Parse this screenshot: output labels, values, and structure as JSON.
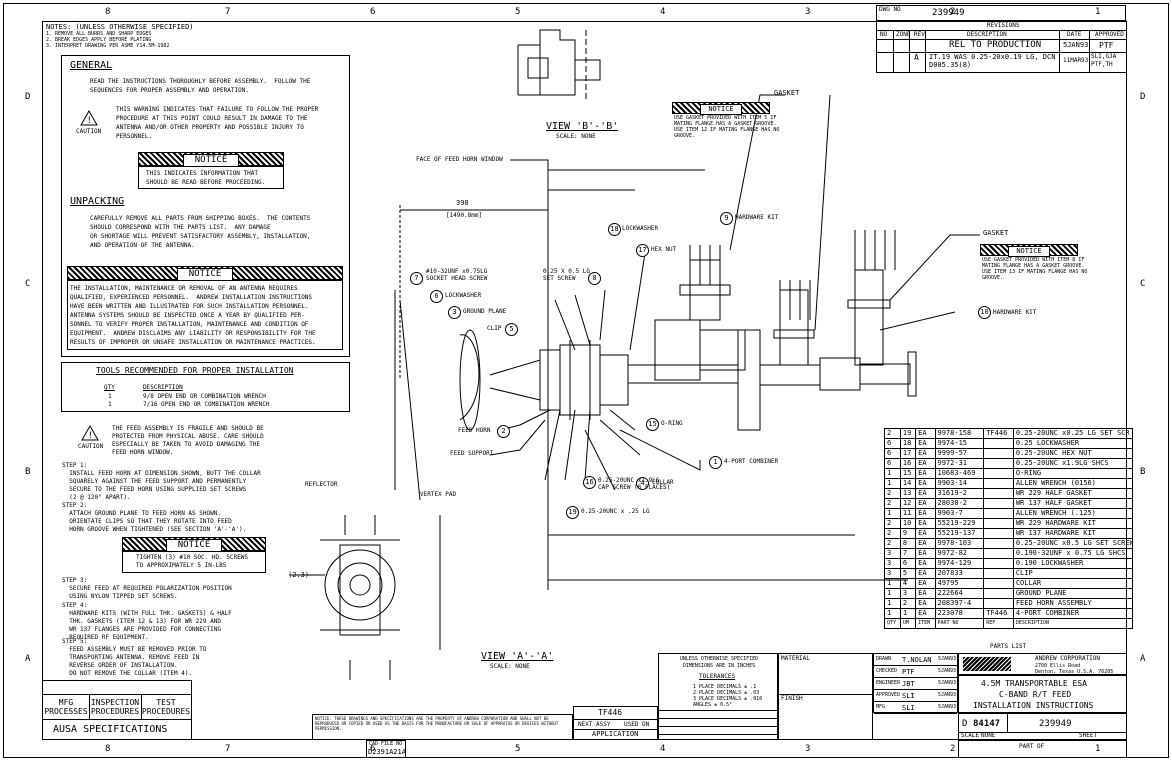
{
  "drawing_number": "239949",
  "border": {
    "col_labels": [
      "8",
      "7",
      "6",
      "5",
      "4",
      "3",
      "2",
      "1"
    ],
    "row_labels": [
      "D",
      "C",
      "B",
      "A"
    ]
  },
  "revisions": {
    "heading": "REVISIONS",
    "columns": [
      "NO",
      "ZONE",
      "REV",
      "DESCRIPTION",
      "DATE",
      "APPROVED"
    ],
    "rows": [
      {
        "rev": "",
        "desc": "REL TO PRODUCTION",
        "date": "5JAN93",
        "appr": "PTF"
      },
      {
        "rev": "A",
        "desc": "IT.19 WAS 0.25-20x0.19 LG, DCN D005.35(8)",
        "date": "11MAR93",
        "appr": "SLI,GJA PTF,TH"
      }
    ]
  },
  "notes": {
    "title": "NOTES: (UNLESS OTHERWISE SPECIFIED)",
    "lines": [
      "1. REMOVE ALL BURRS AND SHARP EDGES",
      "2. BREAK EDGES APPLY BEFORE PLATING",
      "3. INTERPRET DRAWING PER ASME Y14.5M-1982"
    ],
    "general_heading": "GENERAL",
    "general_text": "READ THE INSTRUCTIONS THOROUGHLY BEFORE ASSEMBLY.  FOLLOW THE\nSEQUENCES FOR PROPER ASSEMBLY AND OPERATION.",
    "caution_label": "CAUTION",
    "caution_text": "THIS WARNING INDICATES THAT FAILURE TO FOLLOW THE PROPER\nPROCEDURE AT THIS POINT COULD RESULT IN DAMAGE TO THE\nANTENNA AND/OR OTHER PROPERTY AND POSSIBLE INJURY TO\nPERSONNEL.",
    "notice_label": "NOTICE",
    "notice_text": "THIS INDICATES INFORMATION THAT\nSHOULD BE READ BEFORE PROCEEDING.",
    "unpacking_heading": "UNPACKING",
    "unpacking_text": "CAREFULLY REMOVE ALL PARTS FROM SHIPPING BOXES.  THE CONTENTS\nSHOULD CORRESPOND WITH THE PARTS LIST.  ANY DAMAGE\nOR SHORTAGE WILL PREVENT SATISFACTORY ASSEMBLY, INSTALLATION,\nAND OPERATION OF THE ANTENNA.",
    "install_notice_text": "THE INSTALLATION, MAINTENANCE OR REMOVAL OF AN ANTENNA REQUIRES\nQUALIFIED, EXPERIENCED PERSONNEL.  ANDREW INSTALLATION INSTRUCTIONS\nHAVE BEEN WRITTEN AND ILLUSTRATED FOR SUCH INSTALLATION PERSONNEL.\nANTENNA SYSTEMS SHOULD BE INSPECTED ONCE A YEAR BY QUALIFIED PER-\nSONNEL TO VERIFY PROPER INSTALLATION, MAINTENANCE AND CONDITION OF\nEQUIPMENT.  ANDREW DISCLAIMS ANY LIABILITY OR RESPONSIBILITY FOR THE\nRESULTS OF IMPROPER OR UNSAFE INSTALLATION OR MAINTENANCE PRACTICES."
  },
  "tools": {
    "heading": "TOOLS RECOMMENDED FOR PROPER INSTALLATION",
    "qty_label": "QTY",
    "desc_label": "DESCRIPTION",
    "items": [
      {
        "qty": "1",
        "desc": "9/8 OPEN END OR COMBINATION WRENCH"
      },
      {
        "qty": "1",
        "desc": "7/16 OPEN END OR COMBINATION WRENCH"
      }
    ]
  },
  "steps": {
    "fragile_text": "THE FEED ASSEMBLY IS FRAGILE AND SHOULD BE\nPROTECTED FROM PHYSICAL ABUSE. CARE SHOULD\nESPECIALLY BE TAKEN TO AVOID DAMAGING THE\nFEED HORN WINDOW.",
    "step1": "STEP 1:\n  INSTALL FEED HORN AT DIMENSION SHOWN, BUTT THE COLLAR\n  SQUARELY AGAINST THE FEED SUPPORT AND PERMANENTLY\n  SECURE TO THE FEED HORN USING SUPPLIED SET SCREWS\n  (2 @ 120° APART).",
    "step2": "STEP 2:\n  ATTACH GROUND PLANE TO FEED HORN AS SHOWN.\n  ORIENTATE CLIPS SO THAT THEY ROTATE INTO FEED\n  HORN GROOVE WHEN TIGHTENED (SEE SECTION 'A'-'A').",
    "torque_text": "TIGHTEN (3) #10 SOC. HD. SCREWS\nTO APPROXIMATELY 5 IN-LBS",
    "step3": "STEP 3:\n  SECURE FEED AT REQUIRED POLARIZATION POSITION\n  USING NYLON TIPPED SET SCREWS.",
    "step4": "STEP 4:\n  HARDWARE KITS (WITH FULL THK. GASKETS) & HALF\n  THK. GASKETS (ITEM 12 & 13) FOR WR 229 AND\n  WR 137 FLANGES ARE PROVIDED FOR CONNECTING\n  REQUIRED RF EQUIPMENT.",
    "step5": "STEP 5:\n  FEED ASSEMBLY MUST BE REMOVED PRIOR TO\n  TRANSPORTING ANTENNA. REMOVE FEED IN\n  REVERSE ORDER OF INSTALLATION.\n  DO NOT REMOVE THE COLLAR (ITEM 4)."
  },
  "views": {
    "view_b": "VIEW 'B'-'B'",
    "view_b_scale": "SCALE: NONE",
    "view_a": "VIEW 'A'-'A'",
    "view_a_scale": "SCALE: NONE"
  },
  "callouts": {
    "face_window": "FACE OF FEED HORN WINDOW",
    "dim_390": "390",
    "dim_390_sub": "[1490.8mm]",
    "gasket_top": "GASKET",
    "gasket_right": "GASKET",
    "notice_gasket_top": "USE GASKET PROVIDED WITH ITEM 5 IF\nMATING FLANGE HAS A GASKET GROOVE.\nUSE ITEM 12 IF MATING FLANGE HAS NO\nGROOVE.",
    "notice_gasket_right": "USE GASKET PROVIDED WITH ITEM 8 IF\nMATING FLANGE HAS A GASKET GROOVE.\nUSE ITEM 13 IF MATING FLANGE HAS NO\nGROOVE.",
    "hardware_kit": "HARDWARE KIT",
    "lockwasher": "LOCKWASHER",
    "hex_nut": "HEX NUT",
    "set_screw": "0.25 X 0.5 LG\nSET SCREW",
    "socket_screw": "#10-32UNF x0.75LG\nSOCKET HEAD SCREW",
    "lockwasher_l": "LOCKWASHER",
    "ground_plane": "GROUND PLANE",
    "clip": "CLIP",
    "collar": "COLLAR",
    "o_ring": "O-RING",
    "feed_horn": "FEED HORN",
    "feed_support": "FEED SUPPORT",
    "combiner": "4-PORT COMBINER",
    "cap_screw": "0.25-20UNC x1.9LG\nCAP SCREW (6 PLACES)",
    "screw_025": "0.25-20UNC x .25 LG",
    "reflector": "REFLECTOR",
    "vertex_pad": "VERTEX PAD",
    "dim_23": "(2.3)"
  },
  "parts_list": {
    "caption": "PARTS LIST",
    "footer": [
      "QTY",
      "UM",
      "ITEM",
      "PART NO",
      "REF",
      "DESCRIPTION"
    ],
    "rows": [
      {
        "qty": "2",
        "item": "19",
        "um": "EA",
        "pn": "9978-158",
        "ref": "TF446",
        "desc": "0.25-20UNC x0.25 LG SET SCR"
      },
      {
        "qty": "6",
        "item": "18",
        "um": "EA",
        "pn": "9974-15",
        "ref": "",
        "desc": "0.25 LOCKWASHER"
      },
      {
        "qty": "6",
        "item": "17",
        "um": "EA",
        "pn": "9999-57",
        "ref": "",
        "desc": "0.25-20UNC HEX NUT"
      },
      {
        "qty": "6",
        "item": "16",
        "um": "EA",
        "pn": "9972-31",
        "ref": "",
        "desc": "0.25-20UNC x1.9LG SHCS"
      },
      {
        "qty": "1",
        "item": "15",
        "um": "EA",
        "pn": "10683-469",
        "ref": "",
        "desc": "O-RING"
      },
      {
        "qty": "1",
        "item": "14",
        "um": "EA",
        "pn": "9903-14",
        "ref": "",
        "desc": "ALLEN WRENCH (0156)"
      },
      {
        "qty": "2",
        "item": "13",
        "um": "EA",
        "pn": "31619-2",
        "ref": "",
        "desc": "WR 229 HALF GASKET"
      },
      {
        "qty": "2",
        "item": "12",
        "um": "EA",
        "pn": "28030-2",
        "ref": "",
        "desc": "WR 137 HALF GASKET"
      },
      {
        "qty": "1",
        "item": "11",
        "um": "EA",
        "pn": "9903-7",
        "ref": "",
        "desc": "ALLEN WRENCH (.125)"
      },
      {
        "qty": "2",
        "item": "10",
        "um": "EA",
        "pn": "55219-229",
        "ref": "",
        "desc": "WR 229 HARDWARE KIT"
      },
      {
        "qty": "2",
        "item": "9",
        "um": "EA",
        "pn": "55219-137",
        "ref": "",
        "desc": "WR 137 HARDWARE KIT"
      },
      {
        "qty": "2",
        "item": "8",
        "um": "EA",
        "pn": "9978-103",
        "ref": "",
        "desc": "0.25-20UNC x0.5 LG SET SCREW"
      },
      {
        "qty": "3",
        "item": "7",
        "um": "EA",
        "pn": "9972-82",
        "ref": "",
        "desc": "0.190-32UNF x 0.75 LG SHCS"
      },
      {
        "qty": "3",
        "item": "6",
        "um": "EA",
        "pn": "9974-129",
        "ref": "",
        "desc": "0.190 LOCKWASHER"
      },
      {
        "qty": "3",
        "item": "5",
        "um": "EA",
        "pn": "207833",
        "ref": "",
        "desc": "CLIP"
      },
      {
        "qty": "1",
        "item": "4",
        "um": "EA",
        "pn": "49795",
        "ref": "",
        "desc": "COLLAR"
      },
      {
        "qty": "1",
        "item": "3",
        "um": "EA",
        "pn": "222664",
        "ref": "",
        "desc": "GROUND PLANE"
      },
      {
        "qty": "1",
        "item": "2",
        "um": "EA",
        "pn": "208397-4",
        "ref": "",
        "desc": "FEED HORN ASSEMBLY"
      },
      {
        "qty": "1",
        "item": "1",
        "um": "EA",
        "pn": "223078",
        "ref": "TF446",
        "desc": "4-PORT COMBINER"
      }
    ]
  },
  "title_block": {
    "company": "ANDREW CORPORATION",
    "address": "2700 Ellis Road\nDenton, Texas U.S.A. 76205",
    "title1": "4.5M TRANSPORTABLE ESA",
    "title2": "C-BAND R/T FEED",
    "title3": "INSTALLATION INSTRUCTIONS",
    "size": "D",
    "cage": "84147",
    "dwg_no": "239949",
    "scale_label": "SCALE",
    "scale": "NONE",
    "sheet_label": "SHEET",
    "names": [
      {
        "role": "DRAWN",
        "name": "T.NOLAN",
        "date": "5JAN93"
      },
      {
        "role": "CHECKED",
        "name": "PTF",
        "date": "5JAN93"
      },
      {
        "role": "ENGINEER",
        "name": "JBT",
        "date": "5JAN93"
      },
      {
        "role": "APPROVED",
        "name": "SLI",
        "date": "5JAN93"
      },
      {
        "role": "MFG",
        "name": "SLI",
        "date": "5JAN93"
      }
    ],
    "next_assy": "TF446",
    "next_assy_label": "NEXT ASSY",
    "used_on_label": "USED ON",
    "application_label": "APPLICATION",
    "tolerance_head": "UNLESS OTHERWISE SPECIFIED\nDIMENSIONS ARE IN INCHES",
    "tolerances_label": "TOLERANCES",
    "tolerances": "1 PLACE DECIMALS ± .1\n2 PLACE DECIMALS ± .03\n3 PLACE DECIMALS ± .010\nANGLES ± 0.5°",
    "material_label": "MATERIAL",
    "finish_label": "FINISH",
    "cad_label": "CAD FILE NO",
    "cad_file": "D2391A21A",
    "part_of_label": "PART OF",
    "disclaimer": "NOTICE: THESE DRAWINGS AND SPECIFICATIONS ARE THE PROPERTY OF ANDREW CORPORATION AND SHALL NOT BE REPRODUCED OR COPIED OR USED AS THE BASIS FOR THE MANUFACTURE OR SALE OF APPARATUS OR DEVICES WITHOUT PERMISSION."
  },
  "specs": {
    "mfg": "MFG\nPROCESSES",
    "inspection": "INSPECTION\nPROCEDURES",
    "test": "TEST\nPROCEDURES",
    "ausa": "AUSA SPECIFICATIONS"
  }
}
